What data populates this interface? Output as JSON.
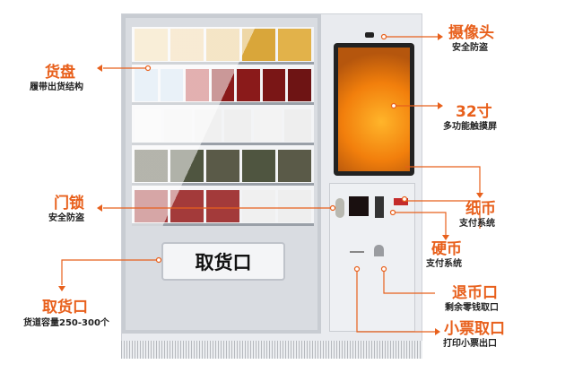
{
  "accent": "#e8601c",
  "pickup_window_text": "取货口",
  "callouts": {
    "camera": {
      "title": "摄像头",
      "desc": "安全防盗"
    },
    "screen": {
      "title": "32寸",
      "desc": "多功能触摸屏"
    },
    "tray": {
      "title": "货盘",
      "desc": "履带出货结构"
    },
    "bill": {
      "title": "纸币",
      "desc": "支付系统"
    },
    "lock": {
      "title": "门锁",
      "desc": "安全防盗"
    },
    "coin": {
      "title": "硬币",
      "desc": "支付系统"
    },
    "pickup": {
      "title": "取货口",
      "desc": "货道容量250-300个"
    },
    "coin_return": {
      "title": "退币口",
      "desc": "剩余零钱取口"
    },
    "receipt": {
      "title": "小票取口",
      "desc": "打印小票出口"
    }
  }
}
